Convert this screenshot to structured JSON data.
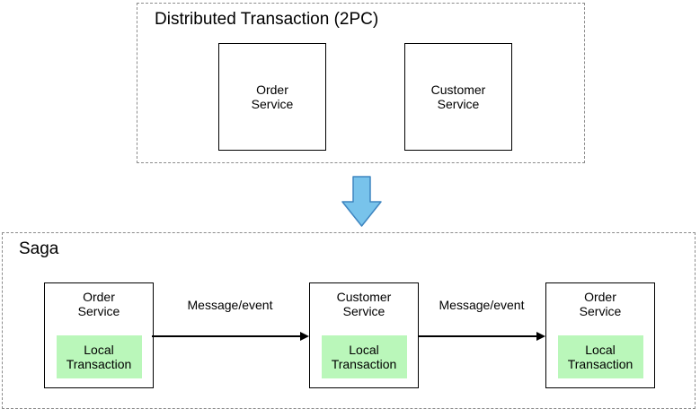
{
  "colors": {
    "background": "#ffffff",
    "text": "#000000",
    "node_border": "#000000",
    "group_border": "#8c8c8c",
    "local_bg": "#baf7ba",
    "arrow_fill": "#78c3eb",
    "arrow_stroke": "#3e85c0"
  },
  "two_pc_group": {
    "title": "Distributed Transaction (2PC)",
    "nodes": [
      {
        "label": "Order\nService"
      },
      {
        "label": "Customer\nService"
      }
    ]
  },
  "transition_arrow": {
    "icon": "down-arrow"
  },
  "saga_group": {
    "title": "Saga",
    "nodes": [
      {
        "label": "Order\nService",
        "local": "Local\nTransaction"
      },
      {
        "label": "Customer\nService",
        "local": "Local\nTransaction"
      },
      {
        "label": "Order\nService",
        "local": "Local\nTransaction"
      }
    ],
    "connections": [
      {
        "label": "Message/event"
      },
      {
        "label": "Message/event"
      }
    ]
  }
}
